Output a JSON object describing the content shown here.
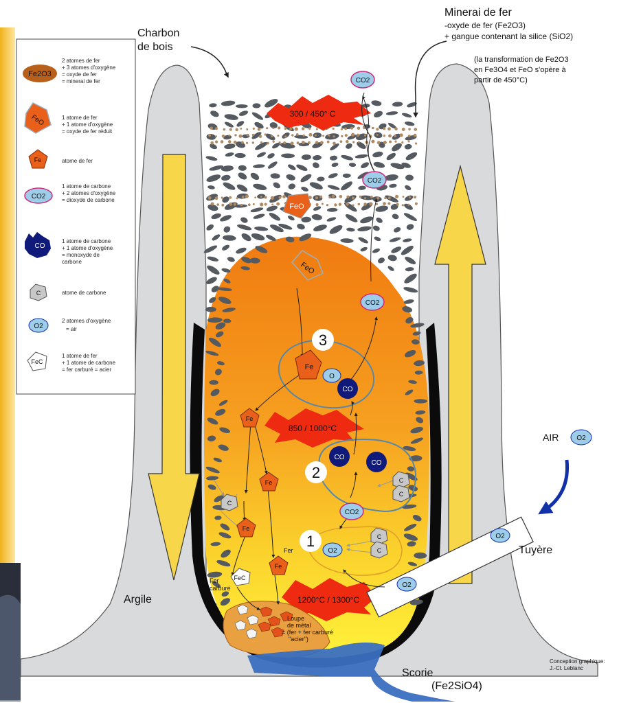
{
  "labels": {
    "charcoal": [
      "Charbon",
      "de bois"
    ],
    "ore_title": "Minerai de fer",
    "ore_line1": "-oxyde de fer (Fe2O3)",
    "ore_line2": "+ gangue contenant la silice (SiO2)",
    "ore_note": [
      "(la transformation de Fe2O3",
      "en Fe3O4 et FeO s'opère à",
      "partir de 450°C)"
    ],
    "air": "AIR",
    "tuyere": "Tuyère",
    "argile": "Argile",
    "scorie": "Scorie",
    "scorie_formula": "(Fe2SiO4)",
    "credit": [
      "Conception graphique:",
      "J.-Cl. Leblanc"
    ],
    "fer_carbure": [
      "Fer",
      "carburé"
    ],
    "fer": "Fer",
    "loupe": [
      "Loupe",
      "de métal",
      "= (fer + fer carburé",
      "\"acier\")"
    ]
  },
  "temperatures": {
    "top": "300 / 450° C",
    "middle": "850 / 1000°C",
    "bottom": "1200°C / 1300°C"
  },
  "stages": [
    "1",
    "2",
    "3"
  ],
  "molecules": {
    "fe2o3": "Fe2O3",
    "feo": "FeO",
    "fe": "Fe",
    "co2": "CO2",
    "co": "CO",
    "c": "C",
    "o2": "O2",
    "fec": "FeC",
    "o": "O"
  },
  "legend": [
    {
      "symbol": "Fe2O3",
      "lines": [
        "2 atomes de fer",
        "+ 3 atomes d'oxygène",
        "= oxyde de fer",
        "= minerai de fer"
      ]
    },
    {
      "symbol": "FeO",
      "lines": [
        "1 atome de fer",
        "+ 1 atome d'oxygène",
        "= oxyde de fer réduit"
      ]
    },
    {
      "symbol": "Fe",
      "lines": [
        "atome de fer"
      ]
    },
    {
      "symbol": "CO2",
      "lines": [
        "1 atome de carbone",
        "+ 2 atomes d'oxygène",
        "= dioxyde de carbone"
      ]
    },
    {
      "symbol": "CO",
      "lines": [
        "1 atome de carbone",
        "+ 1 atome d'oxygène",
        "= monoxyde de",
        "carbone"
      ]
    },
    {
      "symbol": "C",
      "lines": [
        "atome de carbone"
      ]
    },
    {
      "symbol": "O2",
      "lines": [
        "2 atomes d'oxygène",
        "= air"
      ]
    },
    {
      "symbol": "FeC",
      "lines": [
        "1 atome de fer",
        "+ 1 atome de carbone",
        "= fer carburé = acier"
      ]
    }
  ],
  "colors": {
    "wall": "#d8dadc",
    "wall_stroke": "#555555",
    "hot_top": "#f07a10",
    "hot_bottom": "#fff23a",
    "arrow_yellow": "#f7d64a",
    "flame": "#ee2a10",
    "co_blue": "#0f1a7a",
    "o2_blue": "#9ecdea",
    "slag_blue": "#3a6fc0",
    "iron_orange": "#e8601a"
  }
}
